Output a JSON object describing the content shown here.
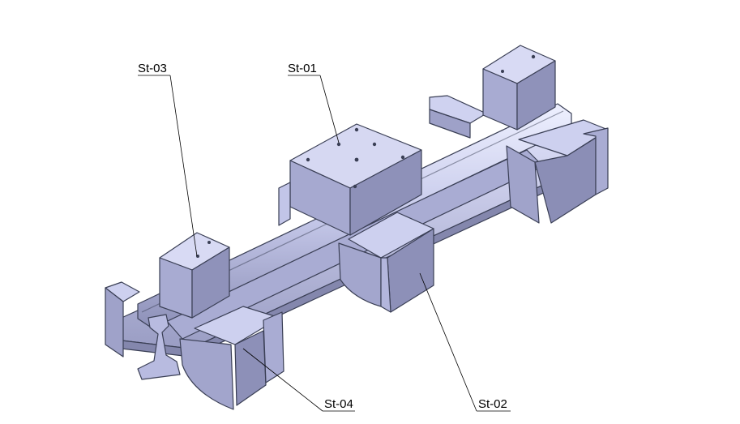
{
  "drawing": {
    "labels": {
      "st01": "St-01",
      "st02": "St-02",
      "st03": "St-03",
      "st04": "St-04"
    }
  }
}
